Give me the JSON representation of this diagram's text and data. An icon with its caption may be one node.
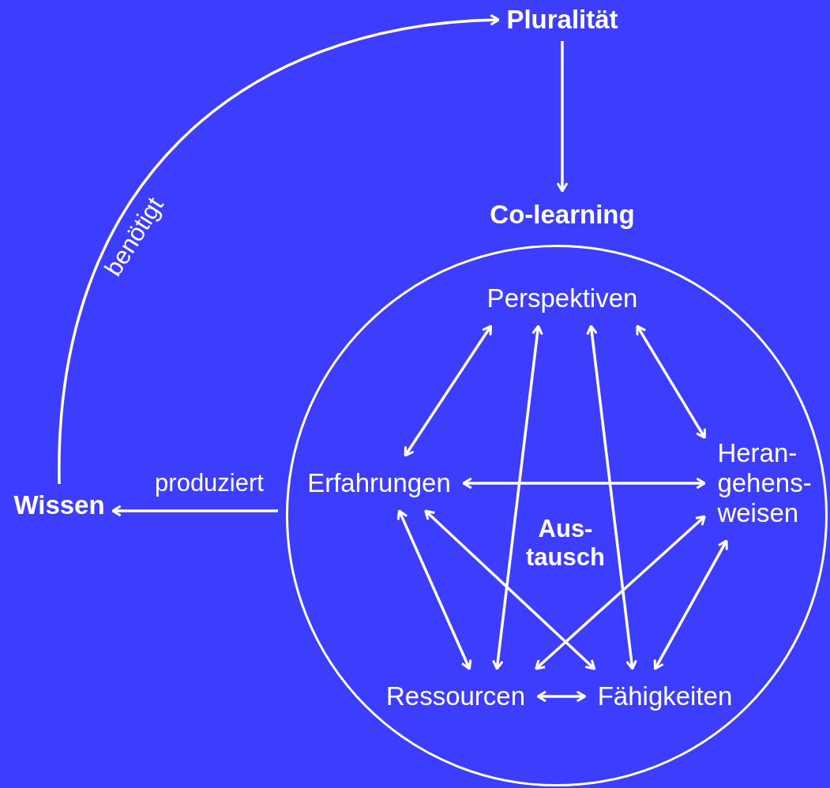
{
  "diagram": {
    "nodes": [
      {
        "text": [
          "Pluralität"
        ]
      },
      {
        "text": [
          "Co-learning"
        ]
      },
      {
        "text": [
          "Perspektiven"
        ],
        "in": 1
      },
      {
        "text": [
          "Erfahrungen"
        ],
        "in": 1
      },
      {
        "text": [
          "Heran- gehens- weisen"
        ],
        "in": 1
      },
      {
        "text": [
          "Ressourcen"
        ],
        "in": 1
      },
      {
        "text": [
          "Fähigkeiten"
        ],
        "in": 1
      },
      {
        "text": [
          "Wissen"
        ]
      }
    ],
    "edges": [
      {
        "from": 7,
        "to": 0,
        "arrow": "to",
        "label": "benötigt"
      },
      {
        "from": 0,
        "to": 1,
        "arrow": "to"
      },
      {
        "from": 1,
        "to": 7,
        "arrow": "to",
        "label": "produziert"
      },
      {
        "from": 2,
        "to": 3,
        "arrow": "both"
      },
      {
        "from": 2,
        "to": 5,
        "arrow": "both"
      },
      {
        "from": 2,
        "to": 6,
        "arrow": "both"
      },
      {
        "from": 2,
        "to": 4,
        "arrow": "both"
      },
      {
        "from": 3,
        "to": 4,
        "arrow": "both"
      },
      {
        "from": 3,
        "to": 5,
        "arrow": "both"
      },
      {
        "from": 3,
        "to": 6,
        "arrow": "both"
      },
      {
        "from": 4,
        "to": 5,
        "arrow": "both"
      },
      {
        "from": 4,
        "to": 6,
        "arrow": "both"
      },
      {
        "from": 5,
        "to": 6,
        "arrow": "both"
      }
    ],
    "labels": [
      "Aus- tausch"
    ]
  }
}
